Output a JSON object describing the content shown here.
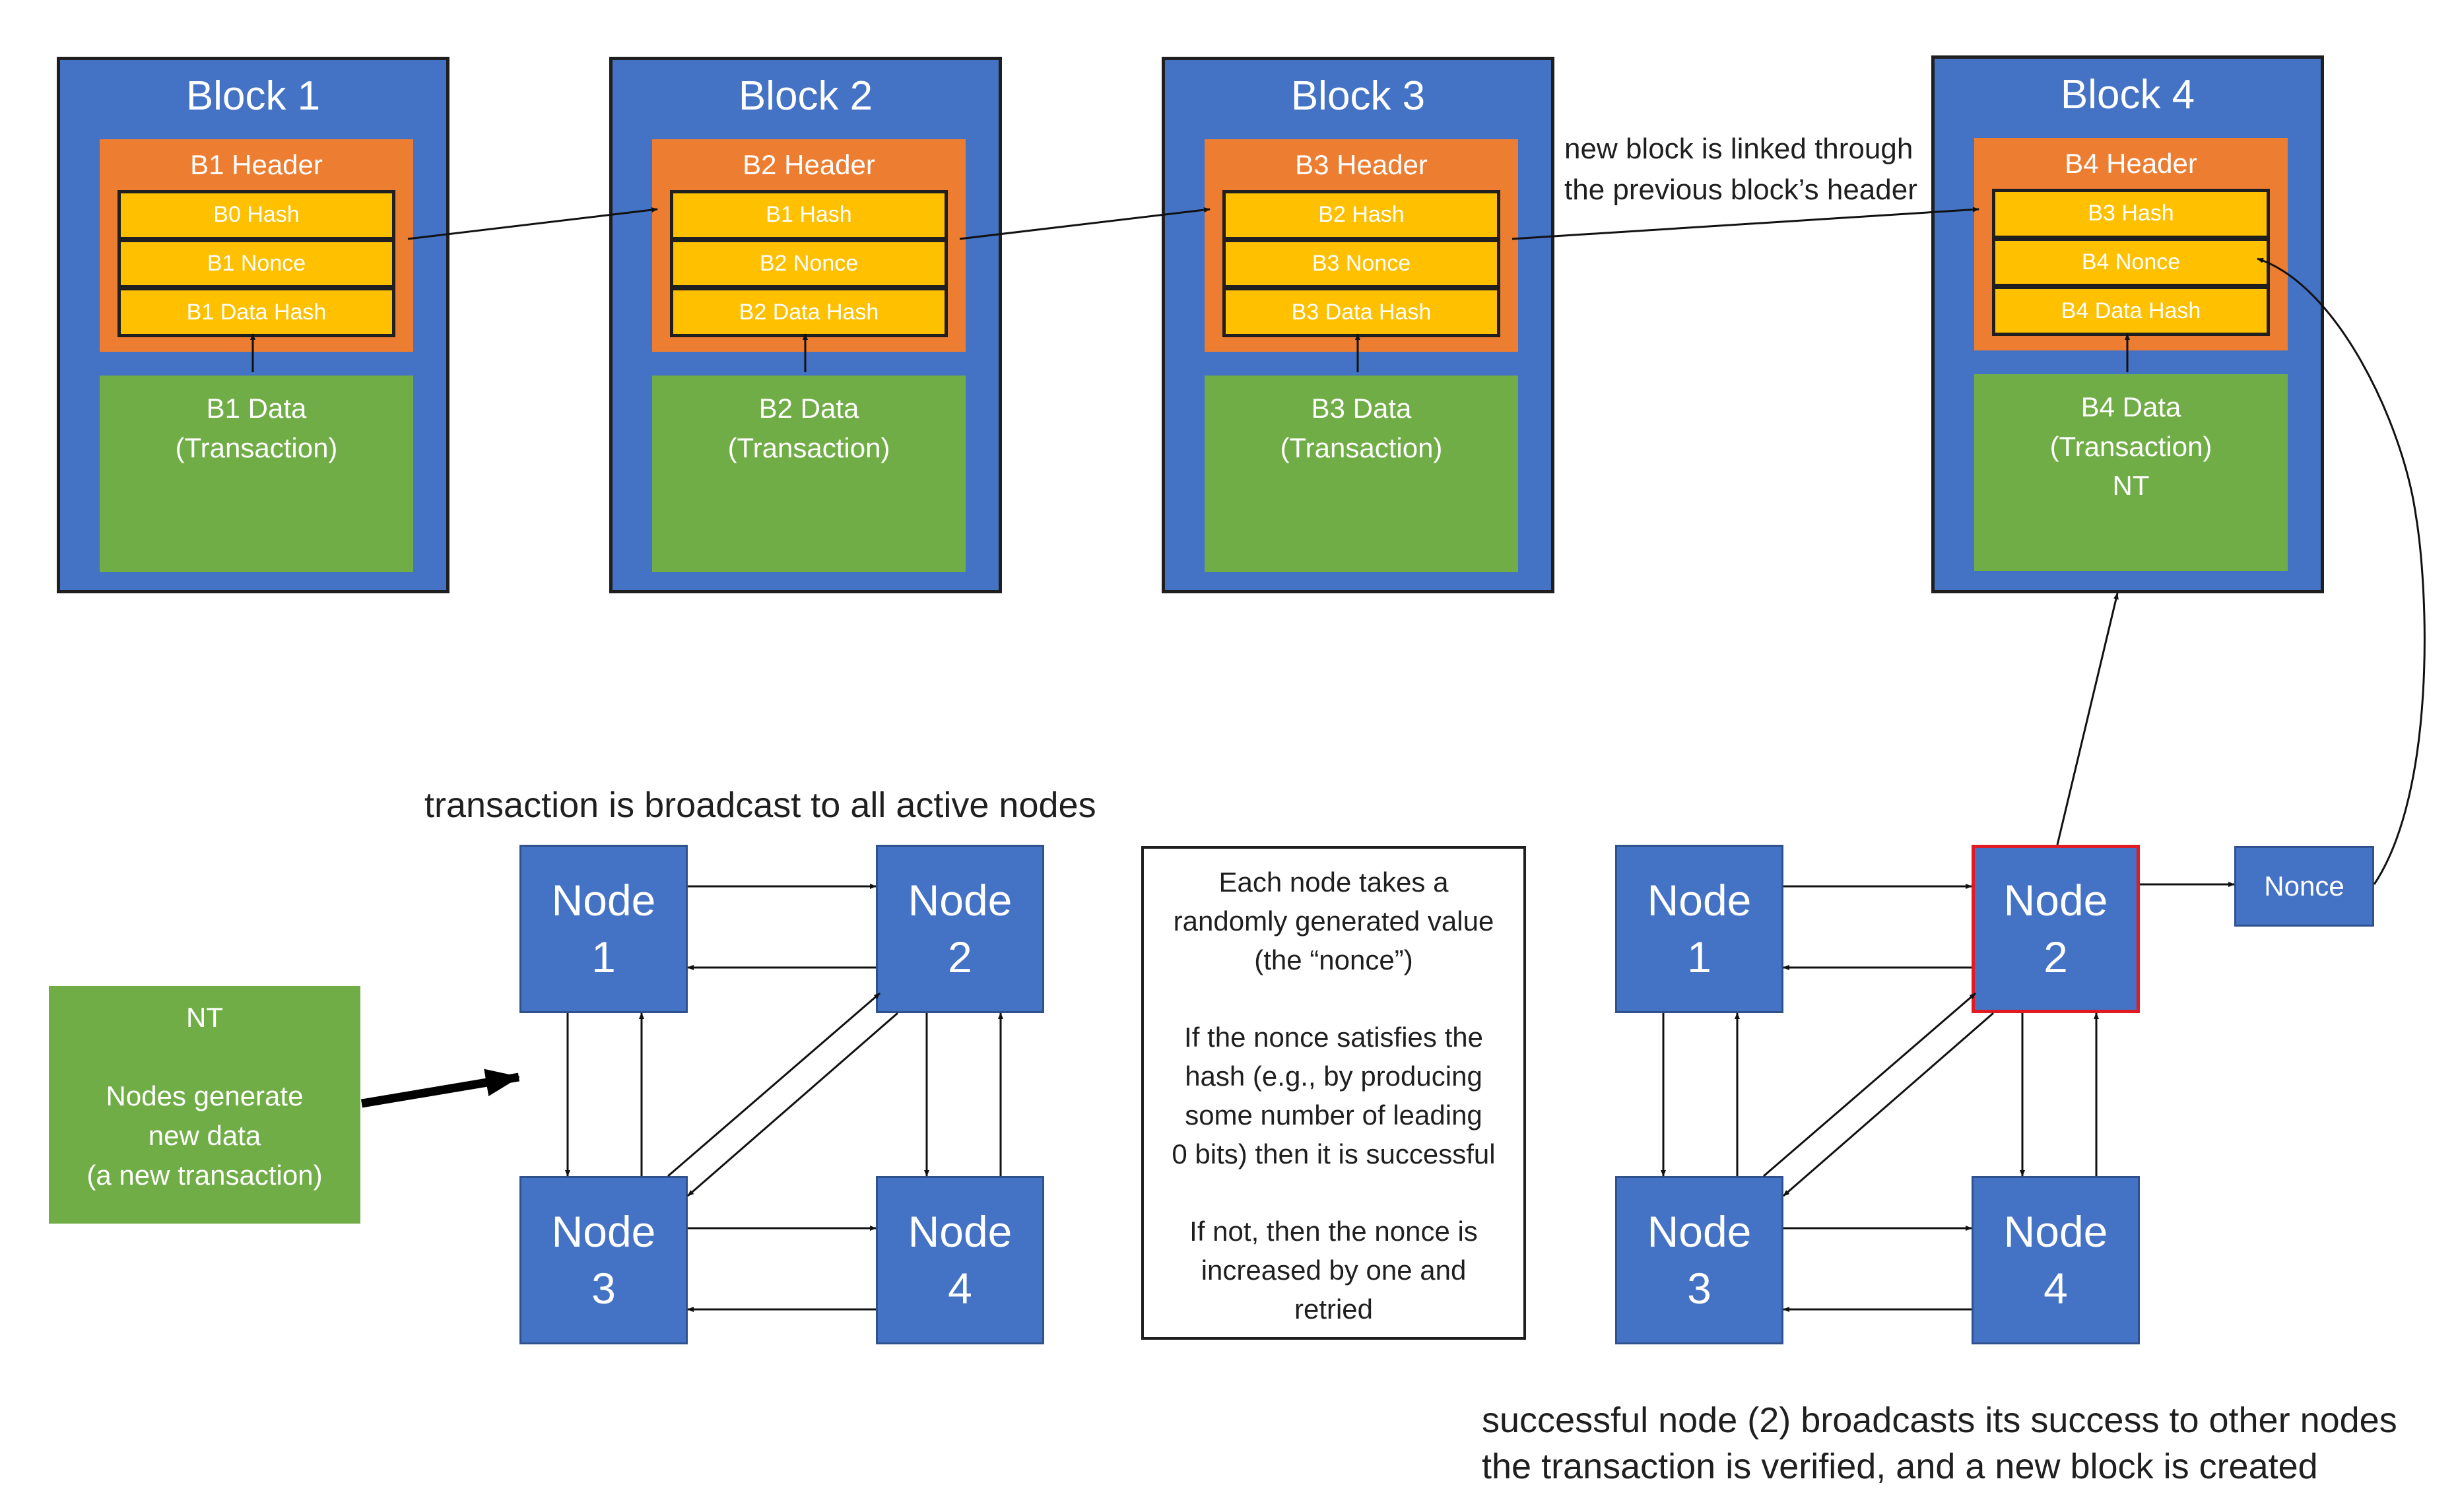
{
  "blocks": [
    {
      "title": "Block 1",
      "header": "B1 Header",
      "fields": [
        "B0 Hash",
        "B1 Nonce",
        "B1 Data Hash"
      ],
      "data": [
        "B1 Data",
        "(Transaction)"
      ]
    },
    {
      "title": "Block 2",
      "header": "B2 Header",
      "fields": [
        "B1 Hash",
        "B2 Nonce",
        "B2 Data Hash"
      ],
      "data": [
        "B2 Data",
        "(Transaction)"
      ]
    },
    {
      "title": "Block 3",
      "header": "B3 Header",
      "fields": [
        "B2 Hash",
        "B3 Nonce",
        "B3 Data Hash"
      ],
      "data": [
        "B3 Data",
        "(Transaction)"
      ]
    },
    {
      "title": "Block 4",
      "header": "B4 Header",
      "fields": [
        "B3 Hash",
        "B4 Nonce",
        "B4 Data Hash"
      ],
      "data": [
        "B4 Data",
        "(Transaction)",
        "NT"
      ]
    }
  ],
  "link_annotation": [
    "new block is linked through",
    "the previous block’s header"
  ],
  "broadcast_caption": "transaction is broadcast to all active nodes",
  "new_transaction": {
    "title": "NT",
    "lines": [
      "Nodes generate",
      "new data",
      "(a new transaction)"
    ]
  },
  "node_label": "Node",
  "node_numbers": [
    "1",
    "2",
    "3",
    "4"
  ],
  "info_box": [
    "Each node takes a",
    "randomly generated value",
    "(the “nonce”)",
    "",
    "If the nonce satisfies the",
    "hash (e.g., by producing",
    "some number of leading",
    "0 bits) then it is successful",
    "",
    "If not, then the nonce is",
    "increased by one and",
    "retried"
  ],
  "nonce_label": "Nonce",
  "success_caption": [
    "successful node (2) broadcasts its success to other nodes",
    "the transaction is verified, and a new block is created"
  ],
  "colors": {
    "block_blue": "#4472c4",
    "header_orange": "#ed7d31",
    "field_yellow": "#ffc000",
    "data_green": "#70ad47",
    "success_red": "#e01b24"
  }
}
